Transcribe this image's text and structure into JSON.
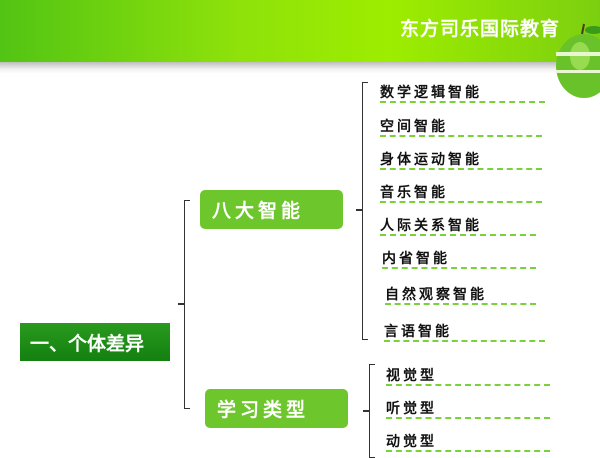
{
  "header": {
    "brand": "东方司乐国际教育"
  },
  "root": {
    "label": "一、个体差异"
  },
  "branches": [
    {
      "label": "八大智能",
      "items": [
        "数学逻辑智能",
        "空间智能",
        "身体运动智能",
        "音乐智能",
        "人际关系智能",
        "内省智能",
        "自然观察智能",
        "言语智能"
      ]
    },
    {
      "label": "学习类型",
      "items": [
        "视觉型",
        "听觉型",
        "动觉型"
      ]
    }
  ],
  "colors": {
    "header": "#9ded00",
    "box": "#6cc62c",
    "root": "#1f8c18",
    "dash": "#7ad13a"
  }
}
